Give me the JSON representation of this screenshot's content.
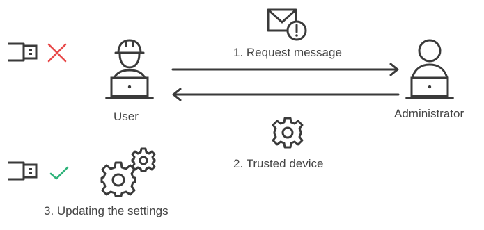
{
  "labels": {
    "user": "User",
    "administrator": "Administrator",
    "step1": "1. Request message",
    "step2": "2. Trusted device",
    "step3": "3. Updating the settings"
  },
  "icons": {
    "usb_blocked": "usb-device-icon",
    "blocked_mark": "cross-mark-icon",
    "usb_allowed": "usb-device-icon",
    "allowed_mark": "check-mark-icon",
    "user": "user-with-laptop-icon",
    "administrator": "administrator-with-laptop-icon",
    "request": "envelope-alert-icon",
    "trusted": "gear-icon",
    "settings": "gears-icon"
  },
  "colors": {
    "stroke": "#3a3a3a",
    "blocked": "#e84a4a",
    "allowed": "#2fb37a",
    "text": "#444444"
  }
}
